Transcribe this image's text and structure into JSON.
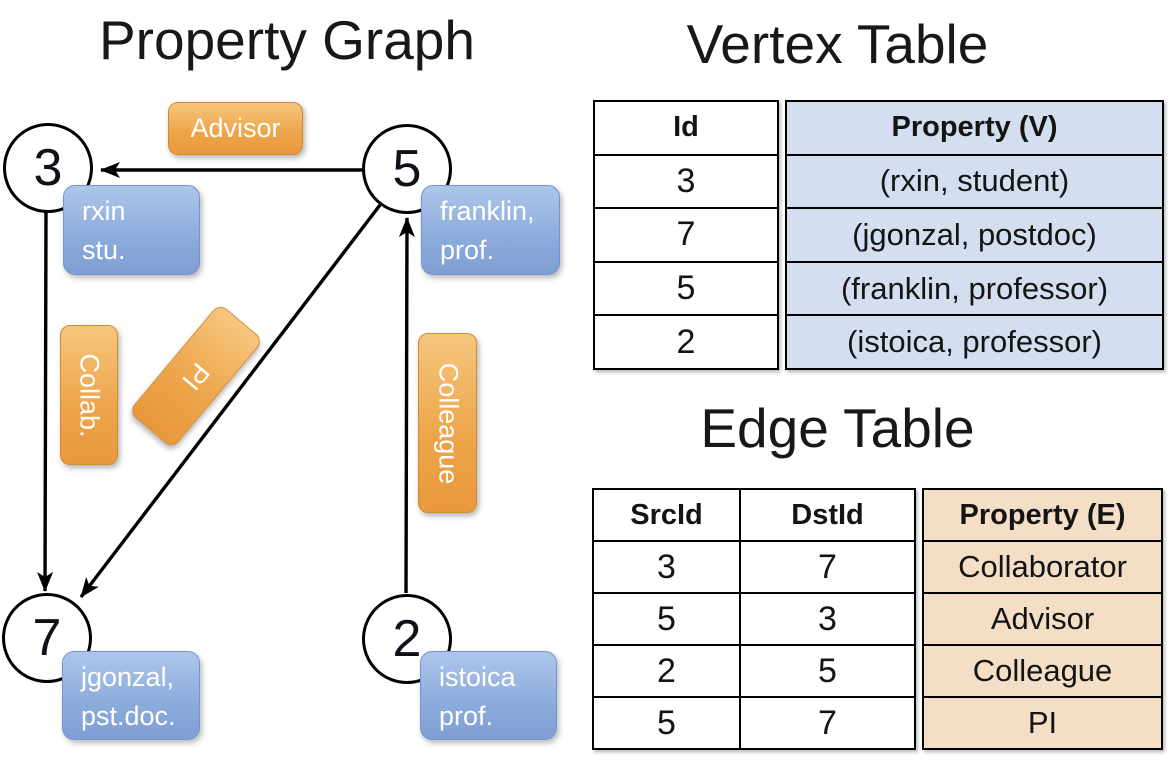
{
  "graph": {
    "title": "Property Graph",
    "nodes": [
      {
        "id": "3",
        "prop_line1": "rxin",
        "prop_line2": "stu."
      },
      {
        "id": "5",
        "prop_line1": "franklin,",
        "prop_line2": "prof."
      },
      {
        "id": "7",
        "prop_line1": "jgonzal,",
        "prop_line2": "pst.doc."
      },
      {
        "id": "2",
        "prop_line1": "istoica",
        "prop_line2": "prof."
      }
    ],
    "edge_labels": {
      "advisor": "Advisor",
      "collab": "Collab.",
      "pi": "PI",
      "colleague": "Colleague"
    }
  },
  "vertex_table": {
    "title": "Vertex Table",
    "columns": [
      "Id",
      "Property (V)"
    ],
    "rows": [
      [
        "3",
        "(rxin, student)"
      ],
      [
        "7",
        "(jgonzal, postdoc)"
      ],
      [
        "5",
        "(franklin, professor)"
      ],
      [
        "2",
        "(istoica, professor)"
      ]
    ]
  },
  "edge_table": {
    "title": "Edge Table",
    "columns": [
      "SrcId",
      "DstId",
      "Property (E)"
    ],
    "rows": [
      [
        "3",
        "7",
        "Collaborator"
      ],
      [
        "5",
        "3",
        "Advisor"
      ],
      [
        "2",
        "5",
        "Colleague"
      ],
      [
        "5",
        "7",
        "PI"
      ]
    ]
  },
  "colors": {
    "edge_label_orange": "#eda449",
    "vertex_label_blue": "#8babdb",
    "vertex_table_fill": "#d3deef",
    "edge_table_fill": "#f4dfc6",
    "edge_line": "#000000"
  }
}
